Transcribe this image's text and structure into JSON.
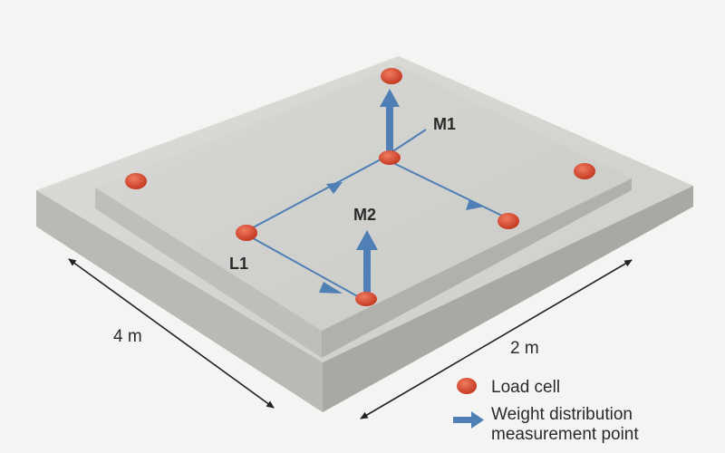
{
  "labels": {
    "m1": "M1",
    "m2": "M2",
    "l1": "L1"
  },
  "dimensions": {
    "left": "4 m",
    "right": "2 m"
  },
  "legend": {
    "load_cell": "Load cell",
    "weight_line1": "Weight distribution",
    "weight_line2": "measurement point"
  },
  "colors": {
    "load_cell": "#d9472f",
    "arrow": "#4f7fb5",
    "slab": "#d3d3d0",
    "plate": "#cfcfcc"
  }
}
